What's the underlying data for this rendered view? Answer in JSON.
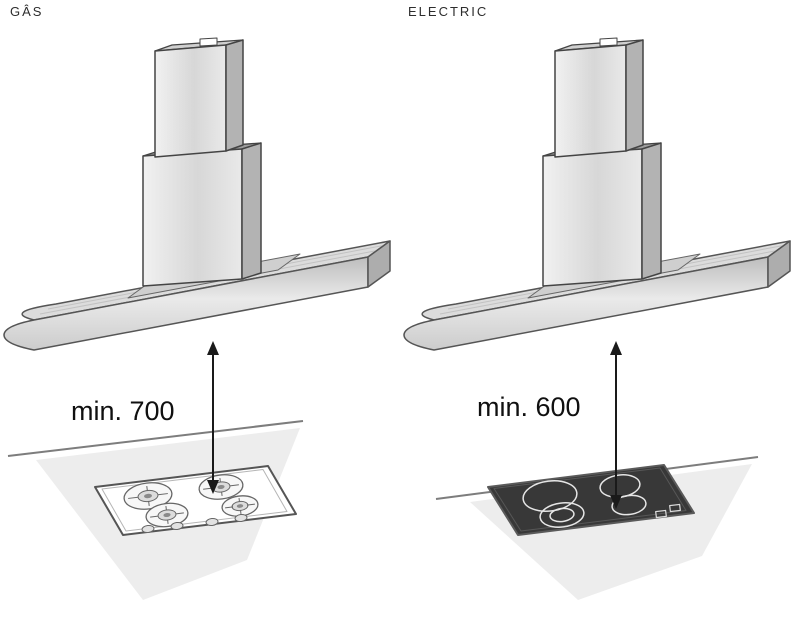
{
  "figure": {
    "title": "cooker-hood-minimum-distance-diagram"
  },
  "panels": [
    {
      "id": "gas",
      "label": "GÂS",
      "min_distance": "min. 700",
      "cooktop_type": "gas-hob-4-burners"
    },
    {
      "id": "electric",
      "label": "ELECTRIC",
      "min_distance": "min. 600",
      "cooktop_type": "ceramic-electric-hob-4-zones"
    }
  ],
  "icons": {
    "distance_arrow": "double-headed-vertical-arrow"
  },
  "colors": {
    "line": "#444444",
    "metal_light": "#e8e8e8",
    "metal_mid": "#c9c9c9",
    "metal_dark": "#b0b0b0",
    "counter": "#ededed",
    "ceramic_hob": "#383838",
    "text": "#101010"
  }
}
